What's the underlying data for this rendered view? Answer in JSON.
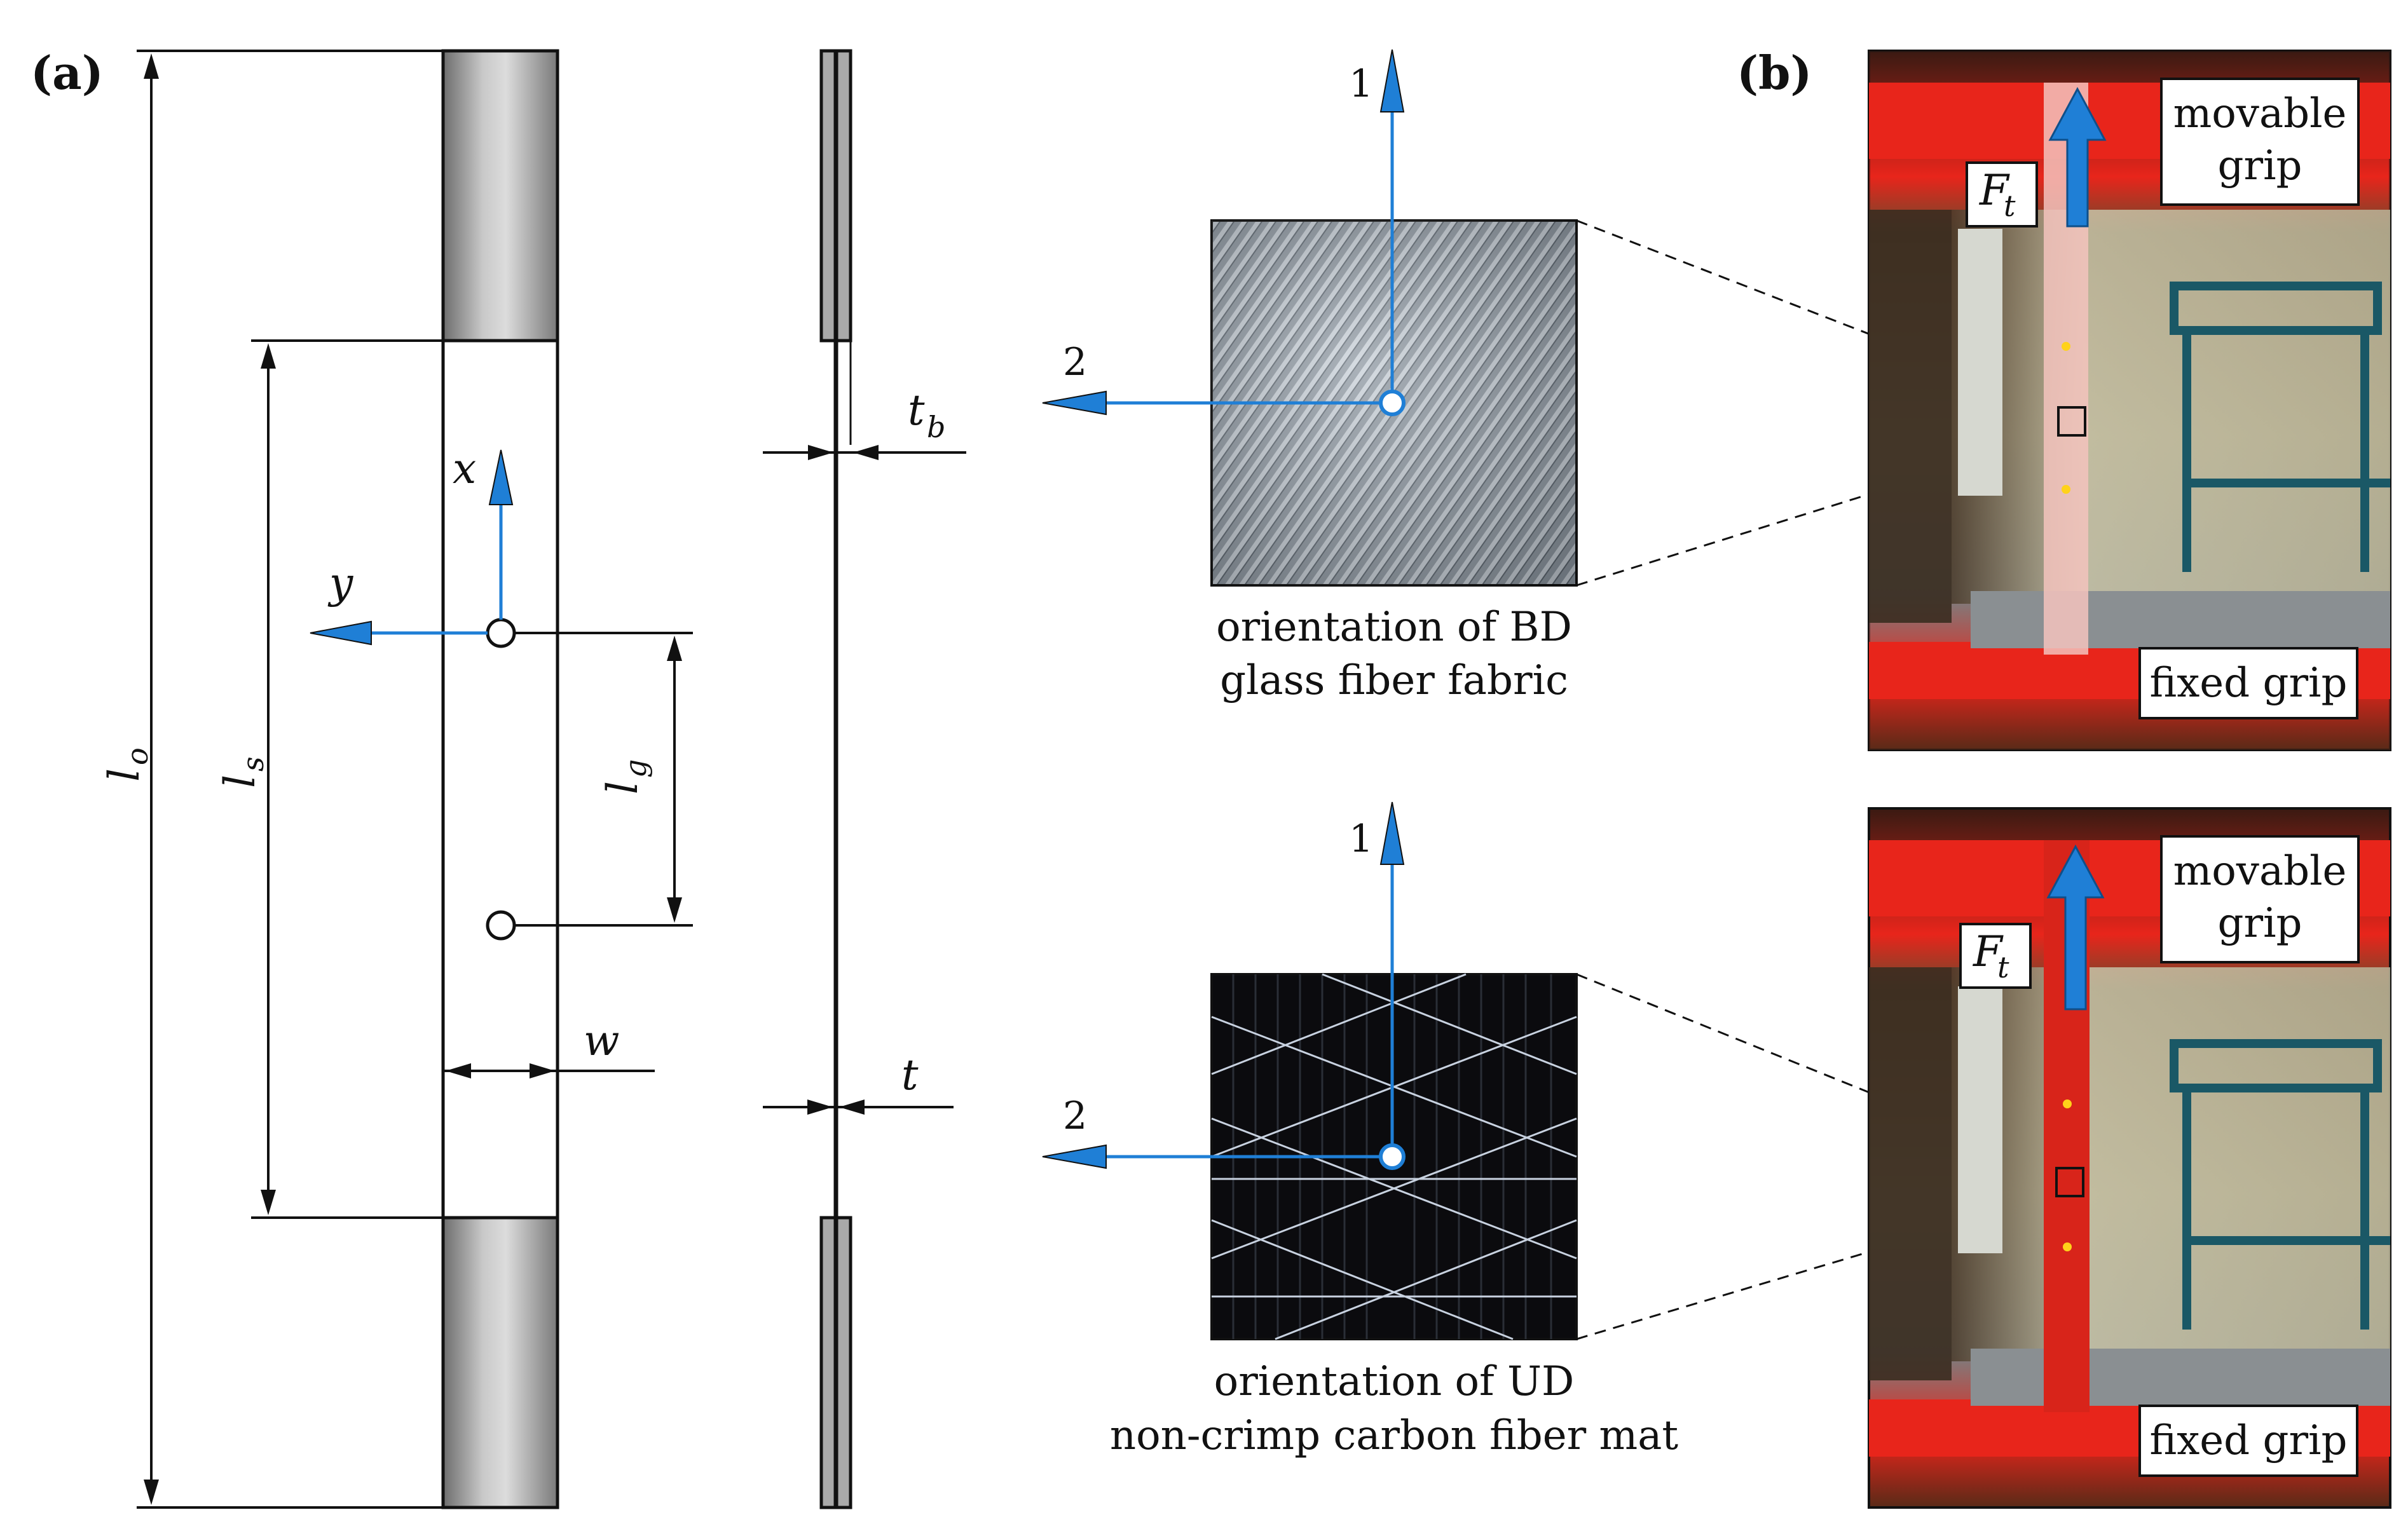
{
  "panels": {
    "a": "(a)",
    "b": "(b)"
  },
  "symbols": {
    "lo": "l",
    "lo_sub": "o",
    "ls": "l",
    "ls_sub": "s",
    "lg": "l",
    "lg_sub": "g",
    "w": "w",
    "x": "x",
    "y": "y",
    "tb": "t",
    "tb_sub": "b",
    "t": "t"
  },
  "fabric_axes": {
    "axis1": "1",
    "axis2": "2"
  },
  "captions": {
    "bd_line1": "orientation of BD",
    "bd_line2": "glass fiber fabric",
    "ud_line1": "orientation of UD",
    "ud_line2": "non-crimp carbon fiber mat"
  },
  "photo_labels": {
    "movable_line1": "movable",
    "movable_line2": "grip",
    "fixed": "fixed grip",
    "force": "F",
    "force_sub": "t"
  },
  "colors": {
    "accent_blue": "#1f7fd6",
    "grip_gray": "#b0b0b0",
    "glass_fabric": "#9aa4ae",
    "carbon_mat": "#0b0b0e",
    "machine_red": "#e8251b"
  }
}
